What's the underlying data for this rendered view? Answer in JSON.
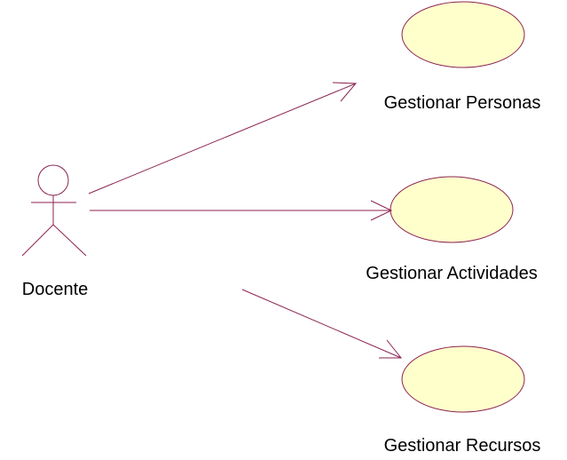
{
  "diagram": {
    "actor": {
      "name": "Docente"
    },
    "use_cases": [
      {
        "label": "Gestionar Personas"
      },
      {
        "label": "Gestionar Actividades"
      },
      {
        "label": "Gestionar Recursos"
      }
    ],
    "colors": {
      "line": "#8b2252",
      "use_case_fill": "#ffffcc",
      "text": "#000000"
    }
  }
}
